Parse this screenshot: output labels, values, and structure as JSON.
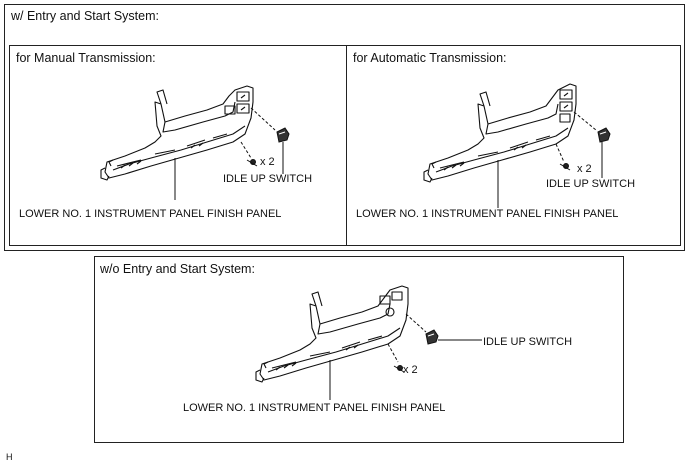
{
  "top_section": {
    "title": "w/ Entry and Start System:",
    "manual": {
      "title": "for Manual Transmission:",
      "qty": "x 2",
      "switch_label": "IDLE UP SWITCH",
      "panel_label": "LOWER NO. 1 INSTRUMENT PANEL FINISH PANEL"
    },
    "automatic": {
      "title": "for Automatic Transmission:",
      "qty": "x 2",
      "switch_label": "IDLE UP SWITCH",
      "panel_label": "LOWER NO. 1 INSTRUMENT PANEL FINISH PANEL"
    }
  },
  "bottom_section": {
    "title": "w/o Entry and Start System:",
    "qty": "x 2",
    "switch_label": "IDLE UP SWITCH",
    "panel_label": "LOWER NO. 1 INSTRUMENT PANEL FINISH PANEL"
  },
  "footer_code": "H"
}
